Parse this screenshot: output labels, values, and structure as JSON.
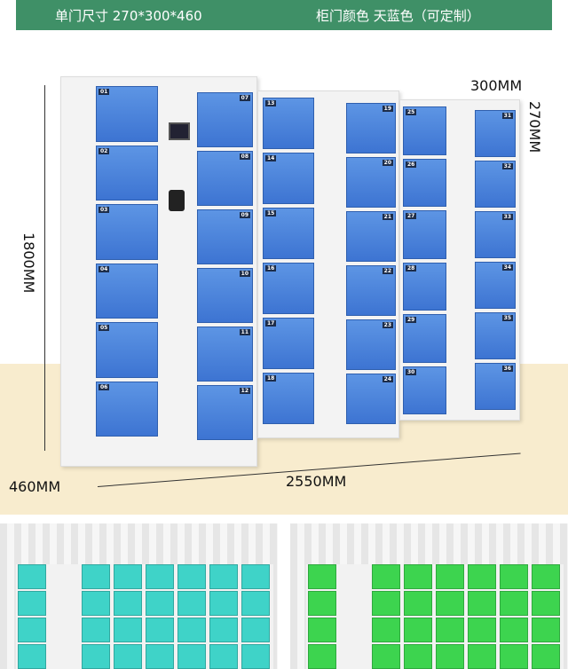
{
  "banner": {
    "size_label": "单门尺寸  270*300*460",
    "color_label": "柜门颜色 天蓝色（可定制）",
    "bg": "#3f9067"
  },
  "dimensions": {
    "height": "1800MM",
    "width": "2550MM",
    "depth": "460MM",
    "door_width": "300MM",
    "door_height": "270MM"
  },
  "locker_color": "#4a84dc",
  "columns": [
    {
      "nums": [
        "01",
        "02",
        "03",
        "04",
        "05",
        "06"
      ]
    },
    {
      "nums": [
        "07",
        "08",
        "09",
        "10",
        "11",
        "12"
      ]
    },
    {
      "nums": [
        "13",
        "14",
        "15",
        "16",
        "17",
        "18"
      ]
    },
    {
      "nums": [
        "19",
        "20",
        "21",
        "22",
        "23",
        "24"
      ]
    },
    {
      "nums": [
        "25",
        "26",
        "27",
        "28",
        "29",
        "30"
      ]
    },
    {
      "nums": [
        "31",
        "32",
        "33",
        "34",
        "35",
        "36"
      ]
    }
  ],
  "variants": [
    {
      "color": "#3fd3c8"
    },
    {
      "color": "#3dd44f"
    }
  ]
}
